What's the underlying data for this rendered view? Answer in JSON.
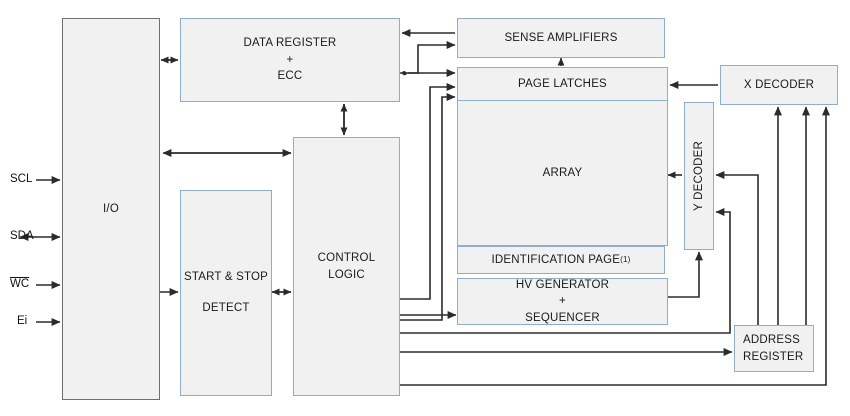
{
  "diagram": {
    "title": "Memory device block diagram",
    "colors": {
      "block_fill": "#f1f1f1",
      "block_border": "#8faecd",
      "io_border": "#6f6f6f",
      "wire": "#2b2b2b",
      "background": "#ffffff"
    }
  },
  "signals": [
    {
      "name": "scl",
      "label": "SCL",
      "direction": "in"
    },
    {
      "name": "sda",
      "label": "SDA",
      "direction": "bidirectional"
    },
    {
      "name": "wc",
      "label": "WC",
      "direction": "in",
      "overline": true
    },
    {
      "name": "ei",
      "label": "Ei",
      "direction": "in"
    }
  ],
  "blocks": {
    "io": {
      "label": "I/O"
    },
    "data_register": {
      "line1": "DATA REGISTER",
      "line2": "+",
      "line3": "ECC"
    },
    "start_stop": {
      "line1": "START & STOP",
      "line2": "DETECT"
    },
    "control_logic": {
      "line1": "CONTROL",
      "line2": "LOGIC"
    },
    "sense_amplifiers": {
      "label": "SENSE AMPLIFIERS"
    },
    "page_latches": {
      "label": "PAGE LATCHES"
    },
    "array": {
      "label": "ARRAY"
    },
    "identification_page": {
      "label": "IDENTIFICATION PAGE",
      "note": "(1)"
    },
    "hv_generator": {
      "line1": "HV GENERATOR",
      "line2": "+",
      "line3": "SEQUENCER"
    },
    "y_decoder": {
      "label": "Y DECODER"
    },
    "x_decoder": {
      "label": "X DECODER"
    },
    "address_register": {
      "line1": "ADDRESS",
      "line2": "REGISTER"
    }
  }
}
